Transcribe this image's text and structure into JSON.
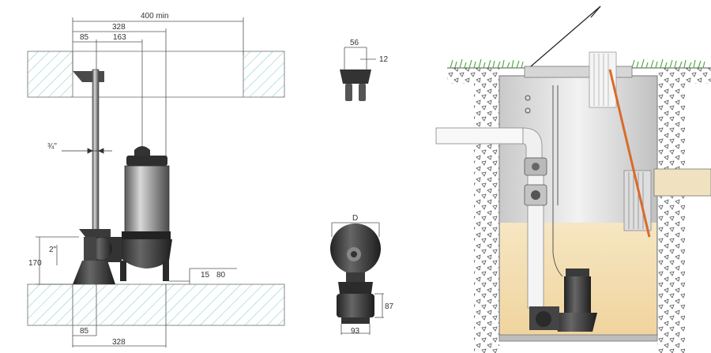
{
  "dimensions": {
    "min_400": "400 min",
    "d328_top": "328",
    "d85_top": "85",
    "d163": "163",
    "d34": "¾\"",
    "d2": "2\"",
    "d170": "170",
    "d15": "15",
    "d80": "80",
    "d85_bottom": "85",
    "d328_bottom": "328",
    "d56": "56",
    "d12": "12",
    "dD": "D",
    "d87": "87",
    "d93": "93"
  },
  "colors": {
    "pipe_steel": "#7a7a7a",
    "motor_dark": "#3a3a3a",
    "hatch": "#9fd6d6",
    "water": "#f2e0b8",
    "grass": "#4caf3f",
    "chain": "#d96b2b"
  }
}
